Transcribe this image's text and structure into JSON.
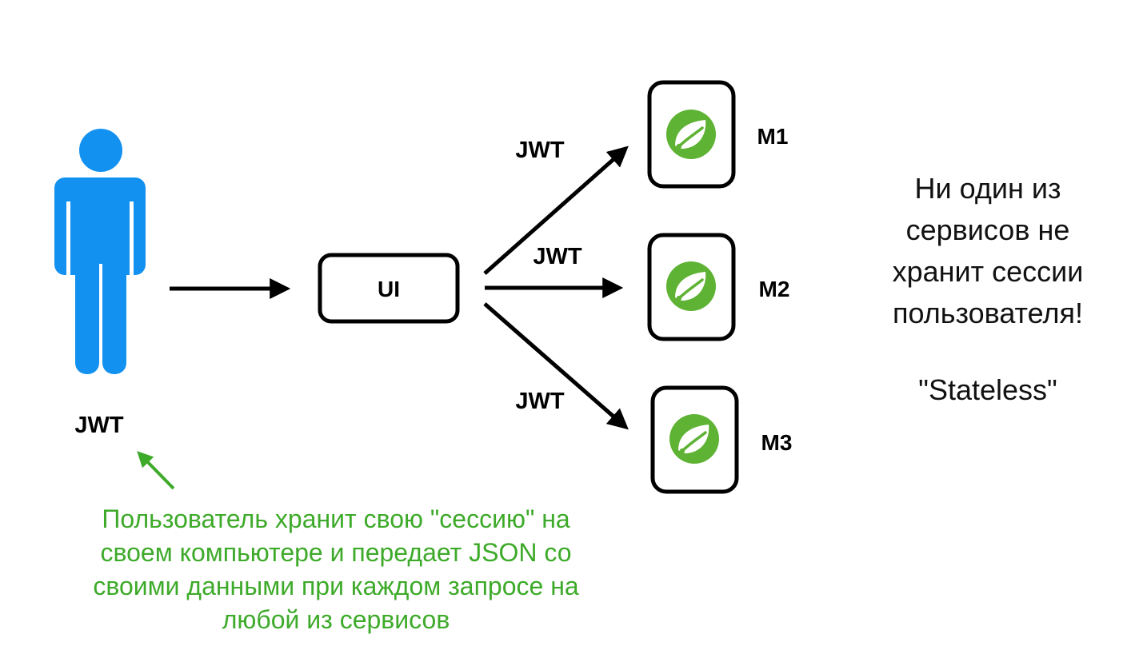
{
  "colors": {
    "person": "#1391F0",
    "spring_leaf": "#5FB334",
    "note_green": "#3EAA2A",
    "stroke": "#000000"
  },
  "person": {
    "token_label": "JWT",
    "icon": "person-icon"
  },
  "ui_node": {
    "label": "UI"
  },
  "services": [
    {
      "label": "M1",
      "icon": "spring-leaf-icon",
      "edge_label": "JWT"
    },
    {
      "label": "M2",
      "icon": "spring-leaf-icon",
      "edge_label": "JWT"
    },
    {
      "label": "M3",
      "icon": "spring-leaf-icon",
      "edge_label": "JWT"
    }
  ],
  "right_note": {
    "lines": [
      "Ни один из",
      "сервисов не",
      "хранит сессии",
      "пользователя!"
    ],
    "stateless": "\"Stateless\""
  },
  "bottom_note": {
    "lines": [
      "Пользователь хранит свою \"сессию\" на",
      "своем компьютере и передает JSON со",
      "своими данными при каждом запросе на",
      "любой из сервисов"
    ]
  }
}
